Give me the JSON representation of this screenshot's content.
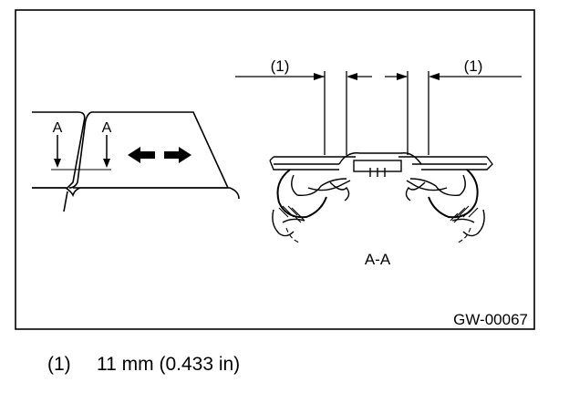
{
  "figure": {
    "section_label_left": "A",
    "section_label_right": "A",
    "section_title": "A-A",
    "dimension_label_left": "(1)",
    "dimension_label_right": "(1)",
    "figure_code": "GW-00067"
  },
  "legend": {
    "items": [
      {
        "number": "(1)",
        "text": "11 mm (0.433 in)"
      }
    ]
  }
}
